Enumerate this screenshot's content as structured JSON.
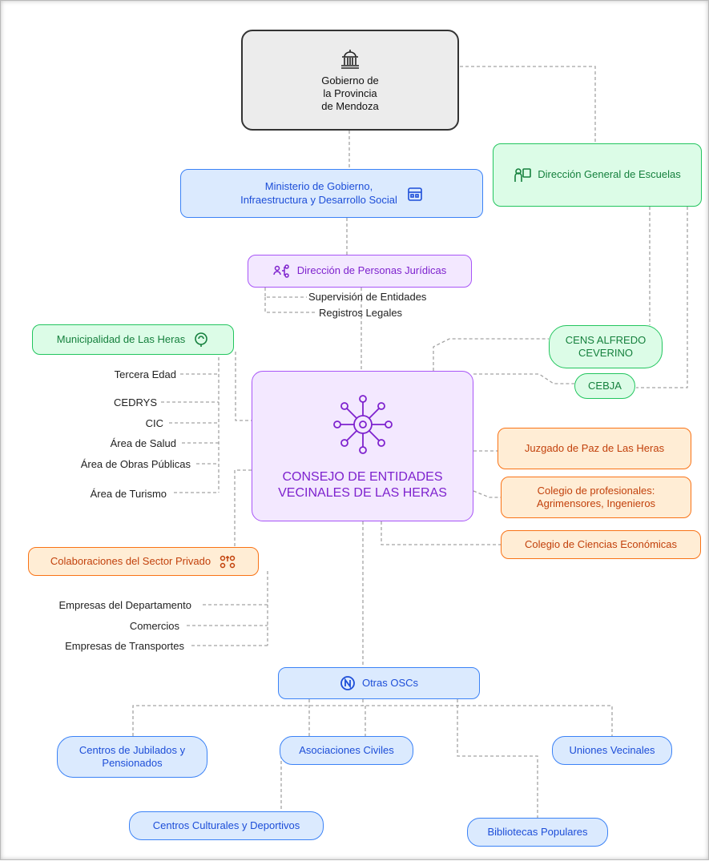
{
  "diagram": {
    "root": {
      "icon": "government-building-icon",
      "label_lines": [
        "Gobierno de",
        "la Provincia",
        "de Mendoza"
      ]
    },
    "ministerio": {
      "label_lines": [
        "Ministerio de Gobierno,",
        "Infraestructura y Desarrollo Social"
      ],
      "icon": "calendar-grid-icon"
    },
    "dge": {
      "label": "Dirección General de Escuelas",
      "icon": "teacher-board-icon"
    },
    "personas_juridicas": {
      "label": "Dirección de Personas Jurídicas",
      "icon": "people-network-icon",
      "items": [
        "Supervisión de Entidades",
        "Registros Legales"
      ]
    },
    "municipalidad": {
      "label": "Municipalidad de Las Heras",
      "icon": "head-brain-icon",
      "items": [
        "Tercera Edad",
        "CEDRYS",
        "CIC",
        "Área de Salud",
        "Área de Obras Públicas",
        "Área de Turismo"
      ]
    },
    "cens": {
      "label_lines": [
        "CENS ALFREDO",
        "CEVERINO"
      ]
    },
    "cebja": {
      "label": "CEBJA"
    },
    "consejo": {
      "label_lines": [
        "CONSEJO DE ENTIDADES",
        "VECINALES DE LAS HERAS"
      ],
      "icon": "network-gear-icon"
    },
    "juzgado": {
      "label": "Juzgado de Paz de Las Heras"
    },
    "colegio_prof": {
      "label_lines": [
        "Colegio de profesionales:",
        "Agrimensores, Ingenieros"
      ]
    },
    "colegio_econ": {
      "label": "Colegio de Ciencias Económicas"
    },
    "privado": {
      "label": "Colaboraciones del Sector Privado",
      "icon": "people-money-icon",
      "items": [
        "Empresas del Departamento",
        "Comercios",
        "Empresas de Transportes"
      ]
    },
    "otras": {
      "label": "Otras OSCs",
      "icon": "circle-n-icon"
    },
    "jubilados": {
      "label_lines": [
        "Centros de Jubilados y",
        "Pensionados"
      ]
    },
    "asociaciones": {
      "label": "Asociaciones Civiles"
    },
    "uniones": {
      "label": "Uniones Vecinales"
    },
    "culturales": {
      "label": "Centros Culturales y Deportivos"
    },
    "bibliotecas": {
      "label": "Bibliotecas Populares"
    }
  },
  "colors": {
    "gray": "#ececec",
    "blue": "#3b82f6",
    "green": "#22c55e",
    "purple": "#a855f7",
    "orange": "#f97316",
    "connector": "#9ca3af"
  }
}
